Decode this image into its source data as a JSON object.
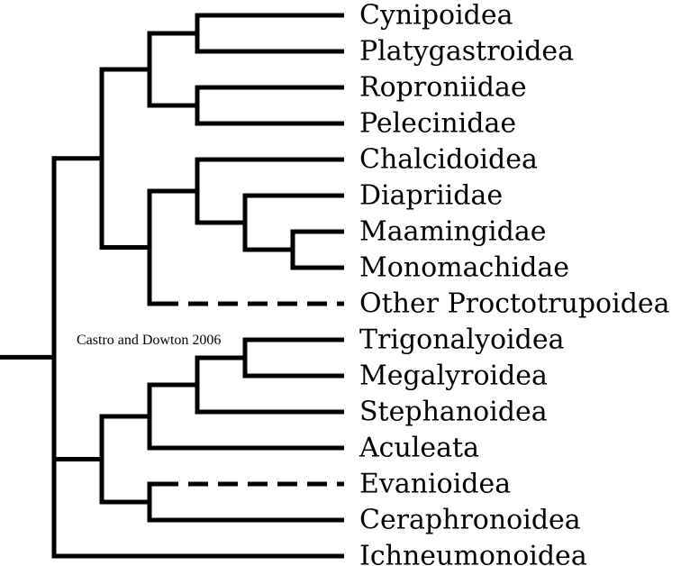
{
  "caption": "Castro and Dowton 2006",
  "colors": {
    "line": "#000000",
    "background": "#ffffff"
  },
  "taxa": [
    "Cynipoidea",
    "Platygastroidea",
    "Roproniidae",
    "Pelecinidae",
    "Chalcidoidea",
    "Diapriidae",
    "Maamingidae",
    "Monomachidae",
    "Other Proctotrupoidea",
    "Trigonalyoidea",
    "Megalyroidea",
    "Stephanoidea",
    "Aculeata",
    "Evanioidea",
    "Ceraphronoidea",
    "Ichneumonoidea"
  ],
  "tree": {
    "children": [
      {
        "children": [
          {
            "children": [
              {
                "children": [
                  {
                    "taxon": 0
                  },
                  {
                    "taxon": 1
                  }
                ]
              },
              {
                "children": [
                  {
                    "taxon": 2
                  },
                  {
                    "taxon": 3
                  }
                ]
              }
            ]
          },
          {
            "children": [
              {
                "children": [
                  {
                    "taxon": 4
                  },
                  {
                    "children": [
                      {
                        "taxon": 5
                      },
                      {
                        "children": [
                          {
                            "taxon": 6
                          },
                          {
                            "taxon": 7
                          }
                        ]
                      }
                    ]
                  }
                ]
              },
              {
                "taxon": 8,
                "uncertain": true
              }
            ]
          }
        ]
      },
      {
        "children": [
          {
            "children": [
              {
                "children": [
                  {
                    "children": [
                      {
                        "taxon": 9
                      },
                      {
                        "taxon": 10
                      }
                    ]
                  },
                  {
                    "taxon": 11
                  }
                ]
              },
              {
                "taxon": 12
              }
            ]
          },
          {
            "children": [
              {
                "taxon": 13,
                "uncertain": true
              },
              {
                "taxon": 14
              }
            ]
          }
        ]
      },
      {
        "taxon": 15
      }
    ]
  }
}
